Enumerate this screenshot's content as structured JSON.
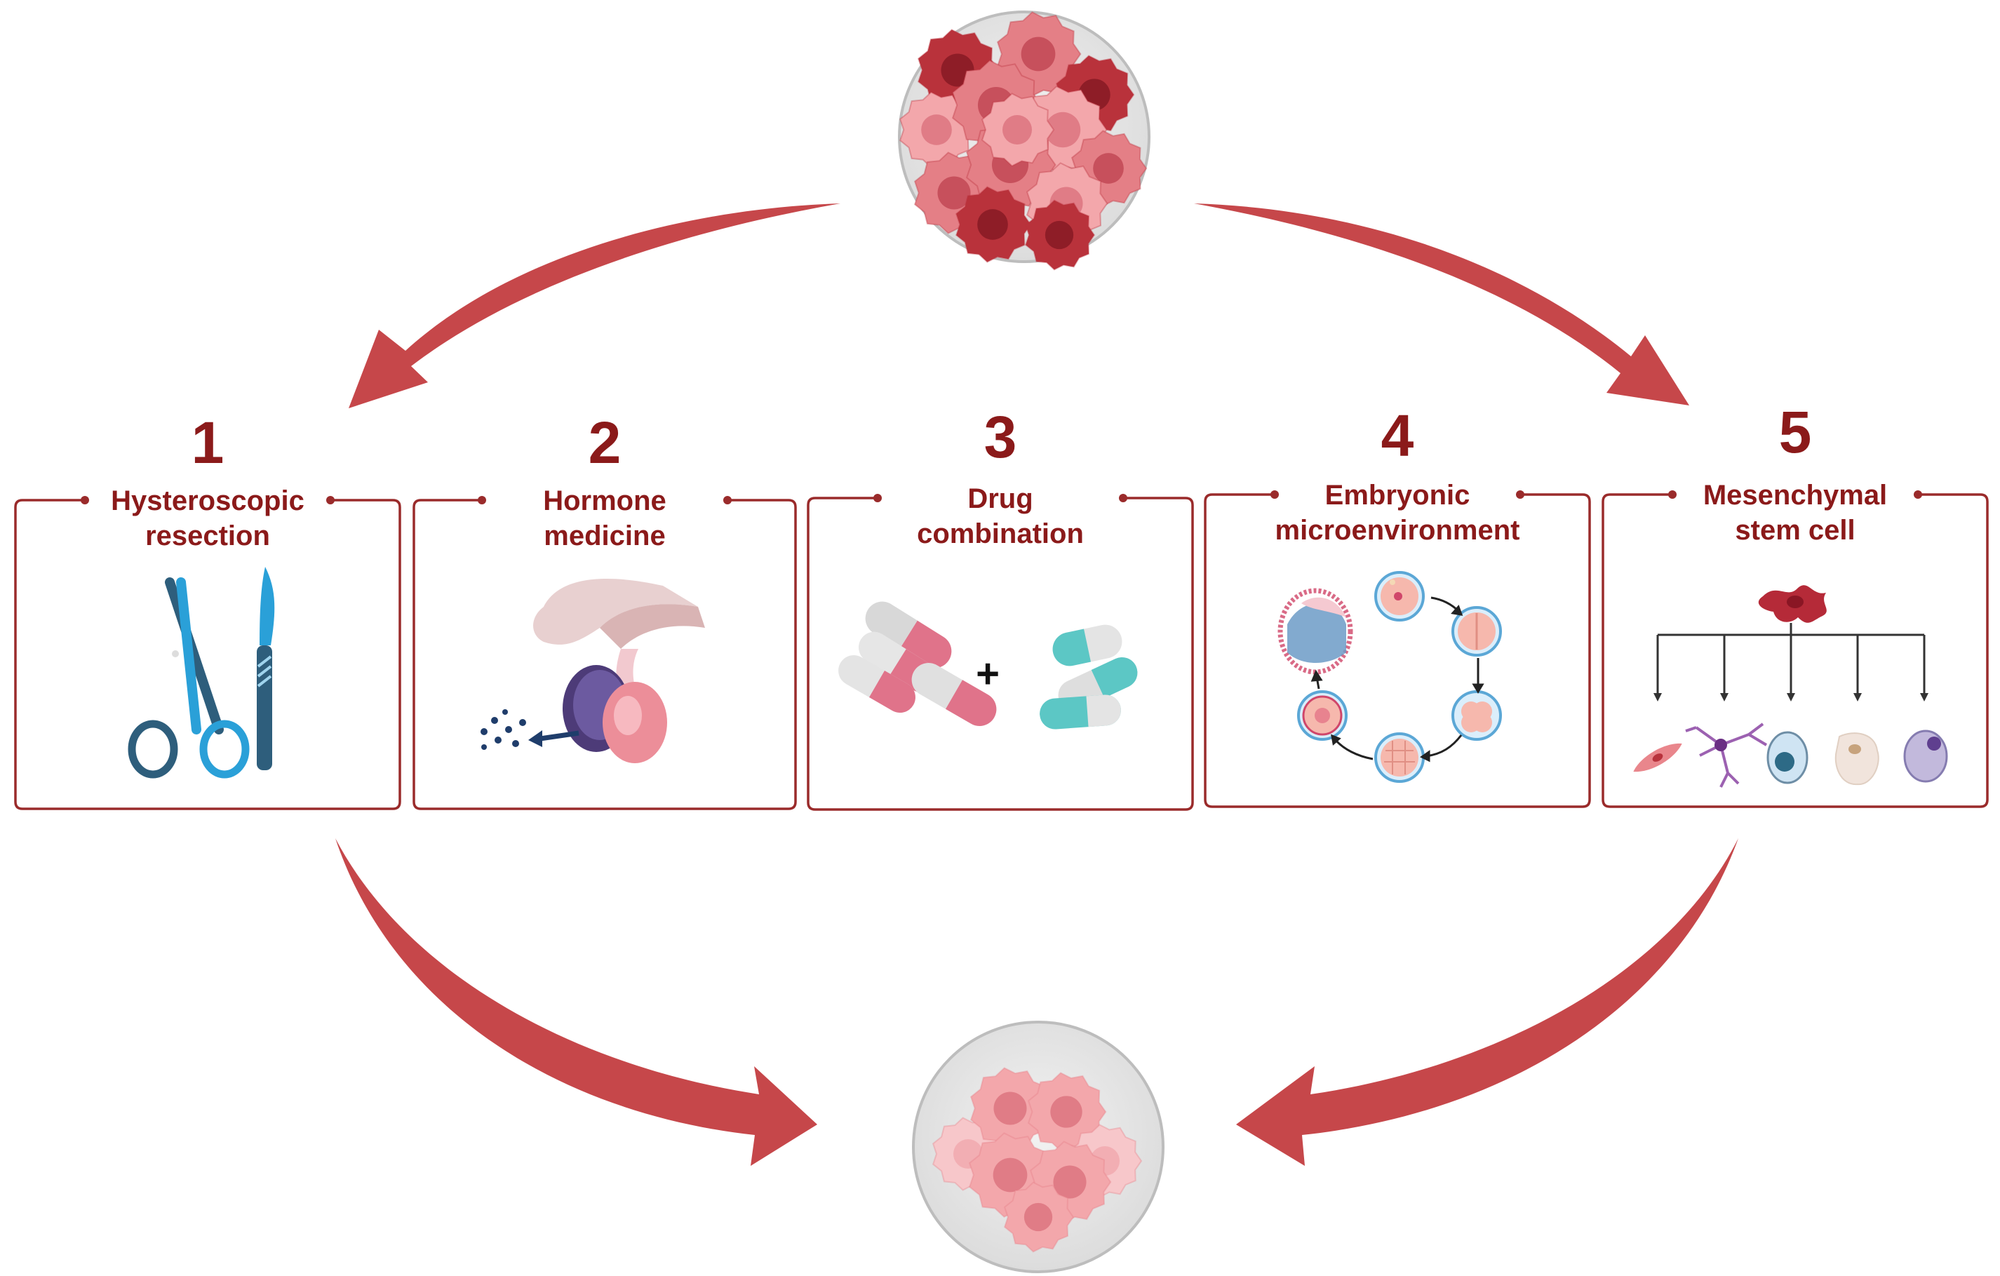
{
  "colors": {
    "arrow": "#c6474a",
    "frame": "#9a2b2b",
    "title": "#8b1a1a",
    "dish": "#e6e6e6",
    "cell_light": "#f3a7ab",
    "cell_mid": "#e47f86",
    "cell_dark": "#b9323b"
  },
  "top_cluster": {
    "name": "cell-cluster-top",
    "icon": "cell-cluster-icon"
  },
  "bottom_cluster": {
    "name": "cell-cluster-bottom",
    "icon": "cell-cluster-icon"
  },
  "treatments": [
    {
      "number": "1",
      "title_lines": [
        "Hysteroscopic",
        "resection"
      ],
      "icon": "scissors-scalpel-icon"
    },
    {
      "number": "2",
      "title_lines": [
        "Hormone",
        "medicine"
      ],
      "icon": "pituitary-gland-icon"
    },
    {
      "number": "3",
      "title_lines": [
        "Drug",
        "combination"
      ],
      "icon": "capsules-icon",
      "plus": "+"
    },
    {
      "number": "4",
      "title_lines": [
        "Embryonic",
        "microenvironment"
      ],
      "icon": "embryo-development-cycle-icon"
    },
    {
      "number": "5",
      "title_lines": [
        "Mesenchymal",
        "stem cell"
      ],
      "icon": "stem-cell-differentiation-icon"
    }
  ]
}
